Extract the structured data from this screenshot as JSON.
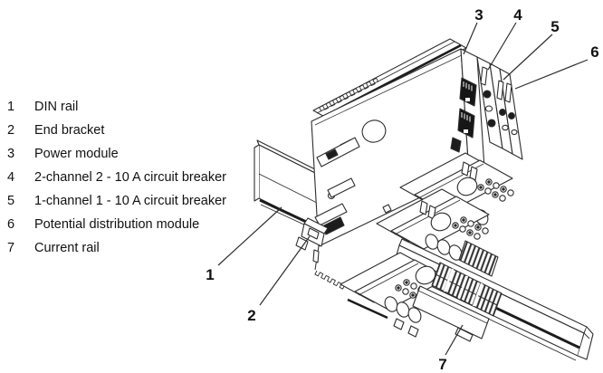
{
  "page": {
    "background": "#ffffff"
  },
  "colors": {
    "ink": "#111111",
    "line": "#2d2d2d",
    "dark_fill": "#1c1c1c"
  },
  "legend": {
    "items": [
      {
        "num": "1",
        "label": "DIN rail"
      },
      {
        "num": "2",
        "label": "End bracket"
      },
      {
        "num": "3",
        "label": "Power module"
      },
      {
        "num": "4",
        "label": "2-channel 2 - 10 A circuit breaker"
      },
      {
        "num": "5",
        "label": "1-channel 1 - 10 A circuit breaker"
      },
      {
        "num": "6",
        "label": "Potential distribution module"
      },
      {
        "num": "7",
        "label": "Current rail"
      }
    ]
  },
  "callouts": [
    {
      "num": "1",
      "target": "DIN rail"
    },
    {
      "num": "2",
      "target": "End bracket"
    },
    {
      "num": "3",
      "target": "Power module"
    },
    {
      "num": "4",
      "target": "2-channel 2 - 10 A circuit breaker"
    },
    {
      "num": "5",
      "target": "1-channel 1 - 10 A circuit breaker"
    },
    {
      "num": "6",
      "target": "Potential distribution module"
    },
    {
      "num": "7",
      "target": "Current rail"
    }
  ]
}
